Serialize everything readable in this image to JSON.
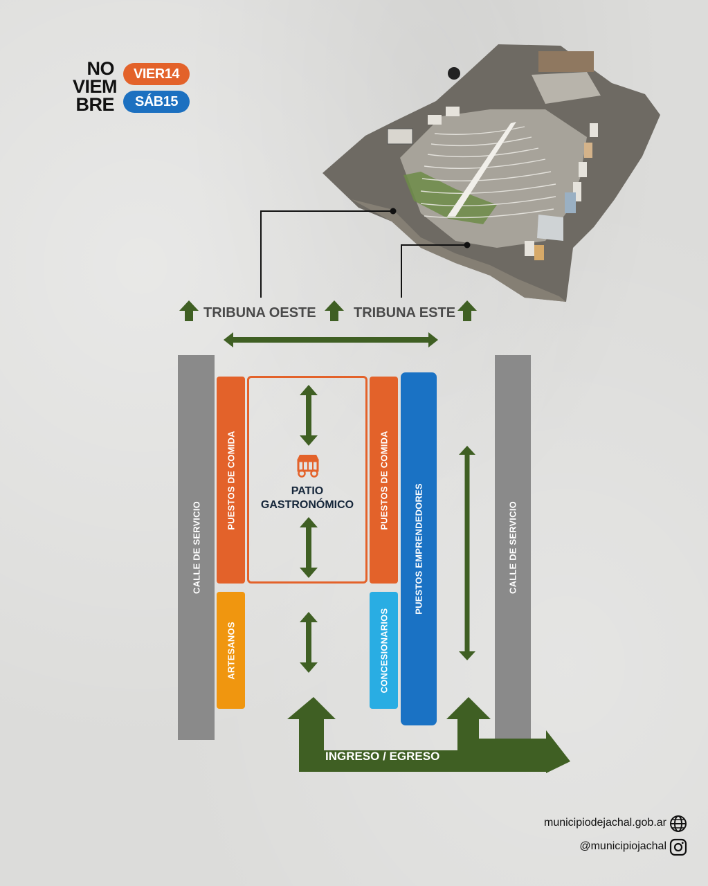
{
  "header": {
    "month_lines": [
      "NO",
      "VIEM",
      "BRE"
    ],
    "day_1": "VIER14",
    "day_2": "SÁB15"
  },
  "stands": {
    "tribuna_oeste": "TRIBUNA OESTE",
    "tribuna_este": "TRIBUNA ESTE"
  },
  "zones": {
    "calle_servicio_left": "CALLE DE SERVICIO",
    "calle_servicio_right": "CALLE DE SERVICIO",
    "comida_left": "PUESTOS DE COMIDA",
    "comida_right": "PUESTOS DE COMIDA",
    "artesanos": "ARTESANOS",
    "concesionarios": "CONCESIONARIOS",
    "emprendedores": "PUESTOS EMPRENDEDORES",
    "patio_line1": "PATIO",
    "patio_line2": "GASTRONÓMICO",
    "ingreso": "INGRESO / EGRESO"
  },
  "footer": {
    "website": "municipiodejachal.gob.ar",
    "instagram": "@municipiojachal"
  },
  "icons": [
    "food-cart-icon",
    "globe-icon",
    "instagram-icon",
    "arrow-up-icon",
    "double-arrow-icon"
  ],
  "colors": {
    "orange": "#e3622a",
    "blue_pill": "#1c70c0",
    "blue_emprendedores": "#1a72c4",
    "light_blue": "#29ade3",
    "amber": "#f0960f",
    "gray": "#8a8a8a",
    "green": "#3f5f23",
    "dark": "#111111"
  }
}
